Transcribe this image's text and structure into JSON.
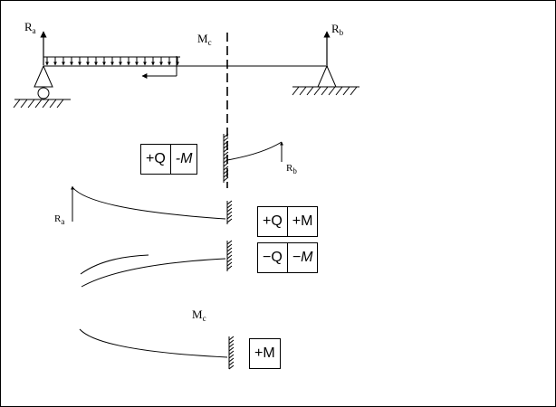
{
  "labels": {
    "ra_top": {
      "main": "R",
      "sub": "a"
    },
    "rb_top": {
      "main": "R",
      "sub": "b"
    },
    "mc_top": {
      "main": "M",
      "sub": "c"
    },
    "rb_right": {
      "main": "R",
      "sub": "b"
    },
    "ra_left": {
      "main": "R",
      "sub": "a"
    },
    "mc_lower": {
      "main": "M",
      "sub": "c"
    }
  },
  "sign_boxes": {
    "right_part": {
      "q": "+Q",
      "m": "-M"
    },
    "left_part_1": {
      "q": "+Q",
      "m": "+M"
    },
    "left_part_2": {
      "q": "−Q",
      "m": "−M"
    },
    "moment_only": {
      "m": "+M"
    }
  }
}
